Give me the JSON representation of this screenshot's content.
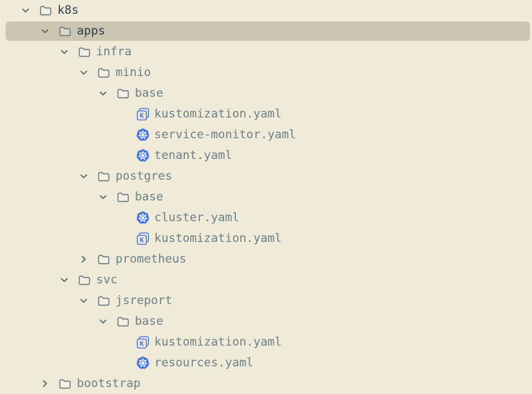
{
  "theme": {
    "background": "#f0ead8",
    "selection": "#cbc5b2",
    "text_muted": "#6b7f87",
    "text_emphasis": "#2c3d47",
    "chevron_color": "#52676f",
    "folder_outline": "#65757d",
    "kubernetes_blue": "#3f70e4",
    "kustomize_blue": "#3e6fe0"
  },
  "tree": {
    "rows": [
      {
        "label": "k8s",
        "kind": "folder",
        "level": 0,
        "chevron": "down",
        "selected": false,
        "emphasis": true
      },
      {
        "label": "apps",
        "kind": "folder",
        "level": 1,
        "chevron": "down",
        "selected": true,
        "emphasis": true
      },
      {
        "label": "infra",
        "kind": "folder",
        "level": 2,
        "chevron": "down",
        "selected": false,
        "emphasis": false
      },
      {
        "label": "minio",
        "kind": "folder",
        "level": 3,
        "chevron": "down",
        "selected": false,
        "emphasis": false
      },
      {
        "label": "base",
        "kind": "folder",
        "level": 4,
        "chevron": "down",
        "selected": false,
        "emphasis": false
      },
      {
        "label": "kustomization.yaml",
        "kind": "kustomize",
        "level": 5,
        "chevron": "none",
        "selected": false,
        "emphasis": false
      },
      {
        "label": "service-monitor.yaml",
        "kind": "kubernetes",
        "level": 5,
        "chevron": "none",
        "selected": false,
        "emphasis": false
      },
      {
        "label": "tenant.yaml",
        "kind": "kubernetes",
        "level": 5,
        "chevron": "none",
        "selected": false,
        "emphasis": false
      },
      {
        "label": "postgres",
        "kind": "folder",
        "level": 3,
        "chevron": "down",
        "selected": false,
        "emphasis": false
      },
      {
        "label": "base",
        "kind": "folder",
        "level": 4,
        "chevron": "down",
        "selected": false,
        "emphasis": false
      },
      {
        "label": "cluster.yaml",
        "kind": "kubernetes",
        "level": 5,
        "chevron": "none",
        "selected": false,
        "emphasis": false
      },
      {
        "label": "kustomization.yaml",
        "kind": "kustomize",
        "level": 5,
        "chevron": "none",
        "selected": false,
        "emphasis": false
      },
      {
        "label": "prometheus",
        "kind": "folder",
        "level": 3,
        "chevron": "right",
        "selected": false,
        "emphasis": false
      },
      {
        "label": "svc",
        "kind": "folder",
        "level": 2,
        "chevron": "down",
        "selected": false,
        "emphasis": false
      },
      {
        "label": "jsreport",
        "kind": "folder",
        "level": 3,
        "chevron": "down",
        "selected": false,
        "emphasis": false
      },
      {
        "label": "base",
        "kind": "folder",
        "level": 4,
        "chevron": "down",
        "selected": false,
        "emphasis": false
      },
      {
        "label": "kustomization.yaml",
        "kind": "kustomize",
        "level": 5,
        "chevron": "none",
        "selected": false,
        "emphasis": false
      },
      {
        "label": "resources.yaml",
        "kind": "kubernetes",
        "level": 5,
        "chevron": "none",
        "selected": false,
        "emphasis": false
      },
      {
        "label": "bootstrap",
        "kind": "folder",
        "level": 1,
        "chevron": "right",
        "selected": false,
        "emphasis": false
      }
    ]
  }
}
